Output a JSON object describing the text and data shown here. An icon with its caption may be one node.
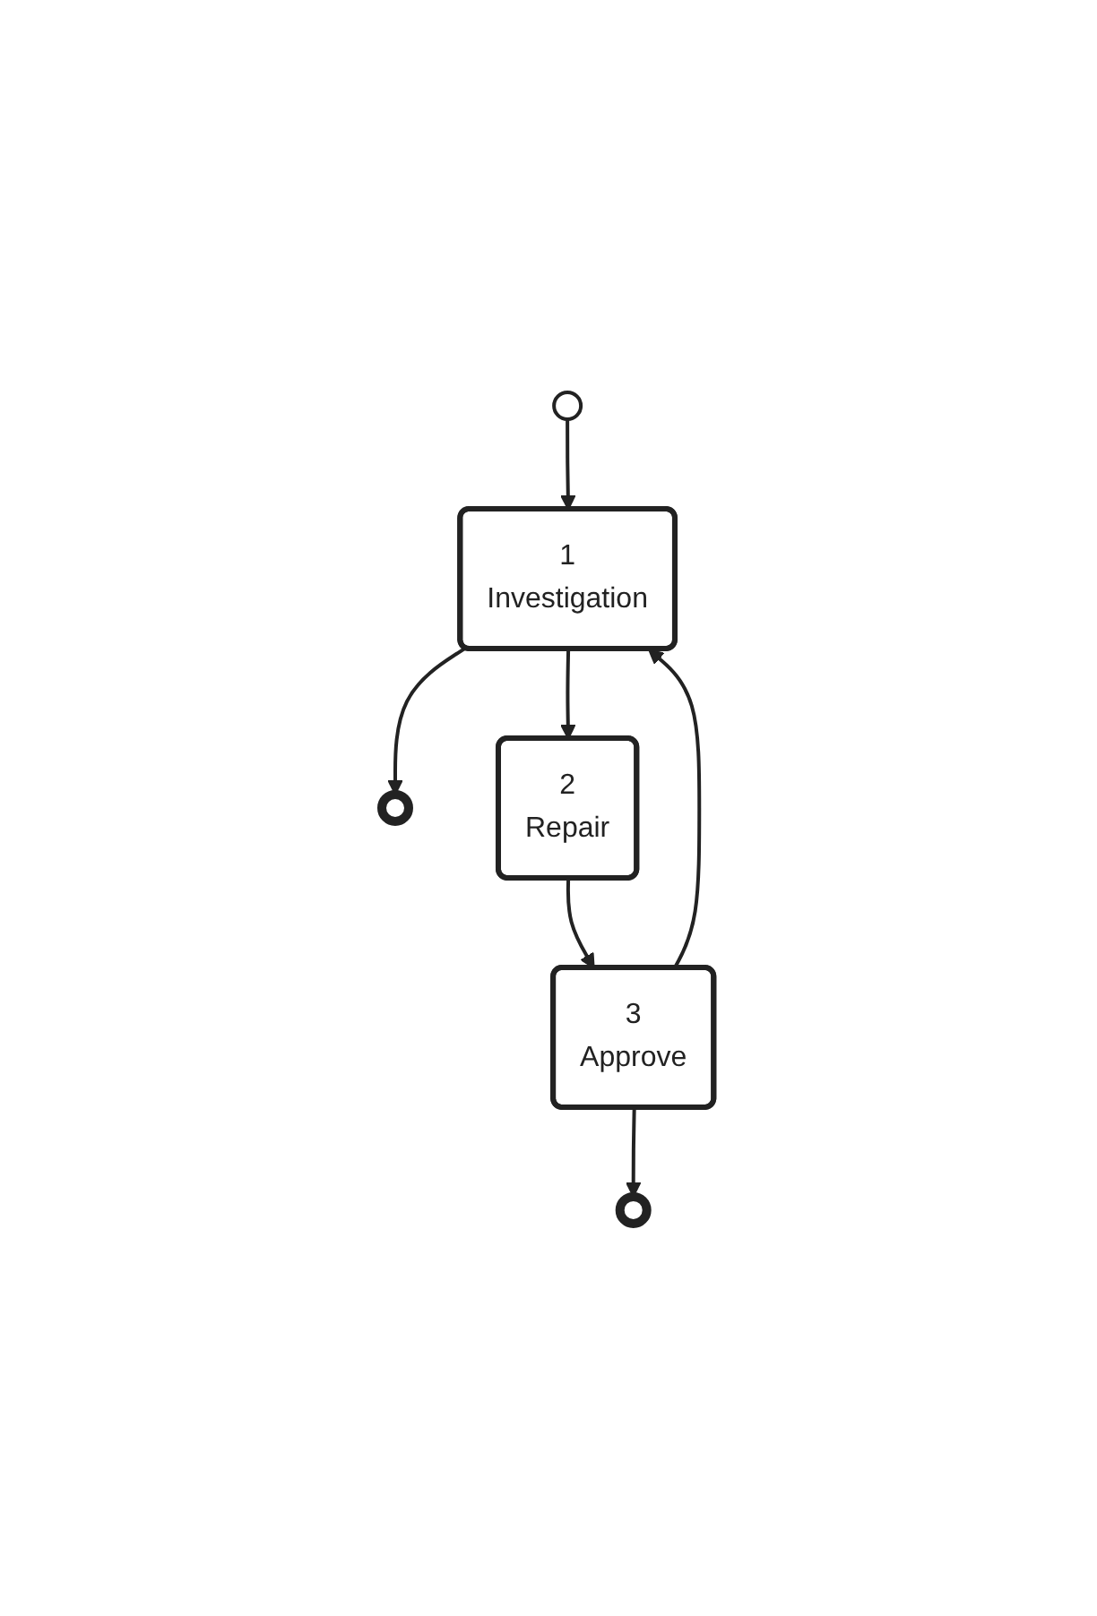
{
  "diagram": {
    "nodes": [
      {
        "text": [],
        "shape": "circle"
      },
      {
        "text": [
          "1",
          "Investigation"
        ]
      },
      {
        "text": [],
        "shape": "circle"
      },
      {
        "text": [
          "2",
          "Repair"
        ]
      },
      {
        "text": [
          "3",
          "Approve"
        ]
      },
      {
        "text": [],
        "shape": "circle"
      }
    ],
    "edges": [
      {
        "from": 0,
        "to": 1,
        "arrow": "to"
      },
      {
        "from": 1,
        "to": 2,
        "arrow": "to"
      },
      {
        "from": 1,
        "to": 3,
        "arrow": "to"
      },
      {
        "from": 3,
        "to": 4,
        "arrow": "to"
      },
      {
        "from": 4,
        "to": 1,
        "arrow": "to"
      },
      {
        "from": 4,
        "to": 5,
        "arrow": "to"
      }
    ]
  }
}
